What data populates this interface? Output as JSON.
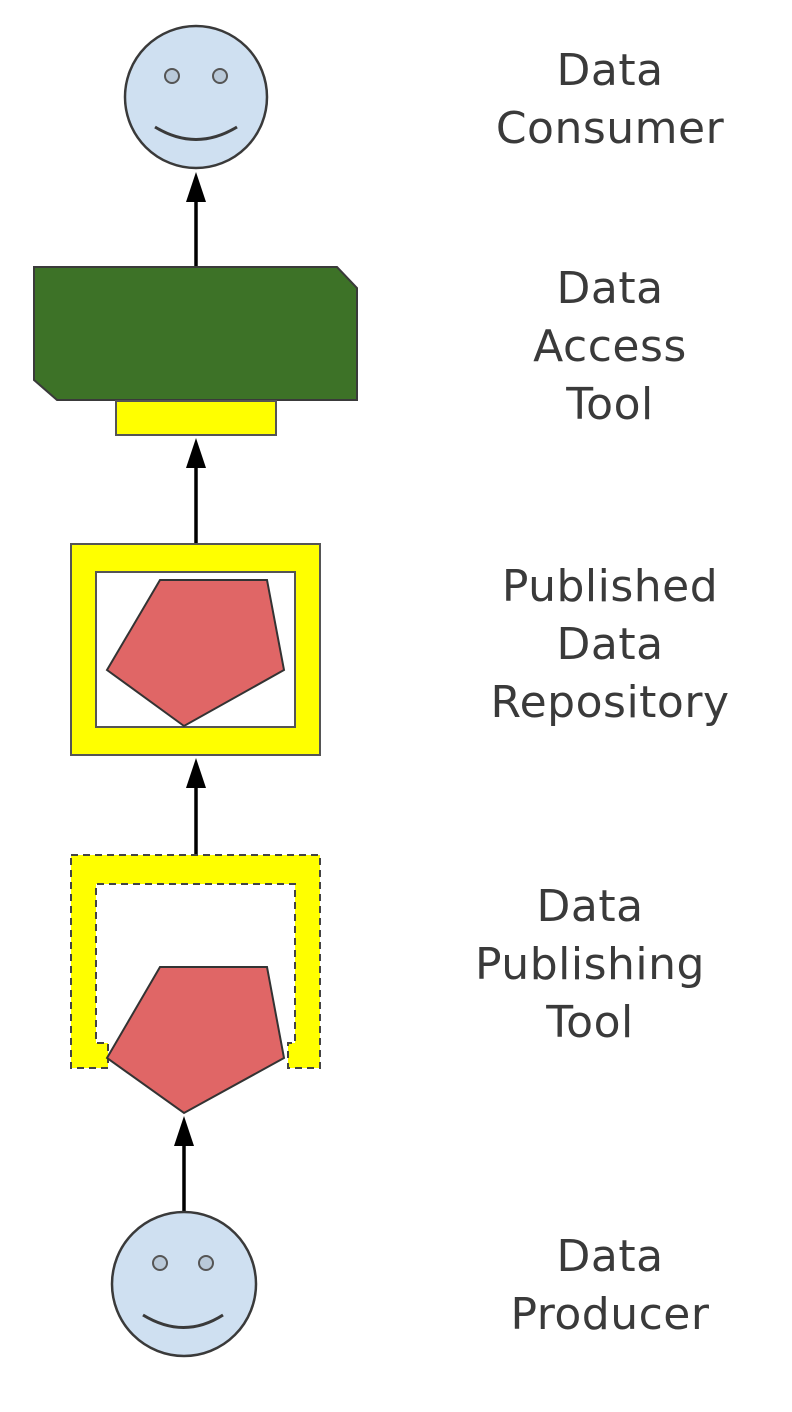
{
  "diagram": {
    "title": "",
    "nodes": [
      {
        "id": "data-consumer",
        "shape": "smiley-face",
        "label_lines": [
          "Data",
          "Consumer"
        ]
      },
      {
        "id": "data-access-tool",
        "shape": "green-tool-block-with-yellow-connector",
        "label_lines": [
          "Data",
          "Access",
          "Tool"
        ]
      },
      {
        "id": "published-data-repository",
        "shape": "yellow-frame-with-pentagon",
        "label_lines": [
          "Published",
          "Data",
          "Repository"
        ]
      },
      {
        "id": "data-publishing-tool",
        "shape": "dashed-yellow-frame-with-protruding-pentagon",
        "label_lines": [
          "Data",
          "Publishing",
          "Tool"
        ]
      },
      {
        "id": "data-producer",
        "shape": "smiley-face",
        "label_lines": [
          "Data",
          "Producer"
        ]
      }
    ],
    "edges": [
      {
        "from": "data-producer",
        "to": "data-publishing-tool"
      },
      {
        "from": "data-publishing-tool",
        "to": "published-data-repository"
      },
      {
        "from": "published-data-repository",
        "to": "data-access-tool"
      },
      {
        "from": "data-access-tool",
        "to": "data-consumer"
      }
    ],
    "colors": {
      "face_fill": "#cfe0f1",
      "tool_green": "#3d7227",
      "yellow": "#ffff00",
      "pentagon_red": "#e06666",
      "outline": "#3a3a3a",
      "arrow": "#000000",
      "text": "#3a3a3a"
    }
  },
  "labels": {
    "consumer": [
      "Data",
      "Consumer"
    ],
    "access_tool": [
      "Data",
      "Access",
      "Tool"
    ],
    "repository": [
      "Published",
      "Data",
      "Repository"
    ],
    "publishing_tool": [
      "Data",
      "Publishing",
      "Tool"
    ],
    "producer": [
      "Data",
      "Producer"
    ]
  }
}
